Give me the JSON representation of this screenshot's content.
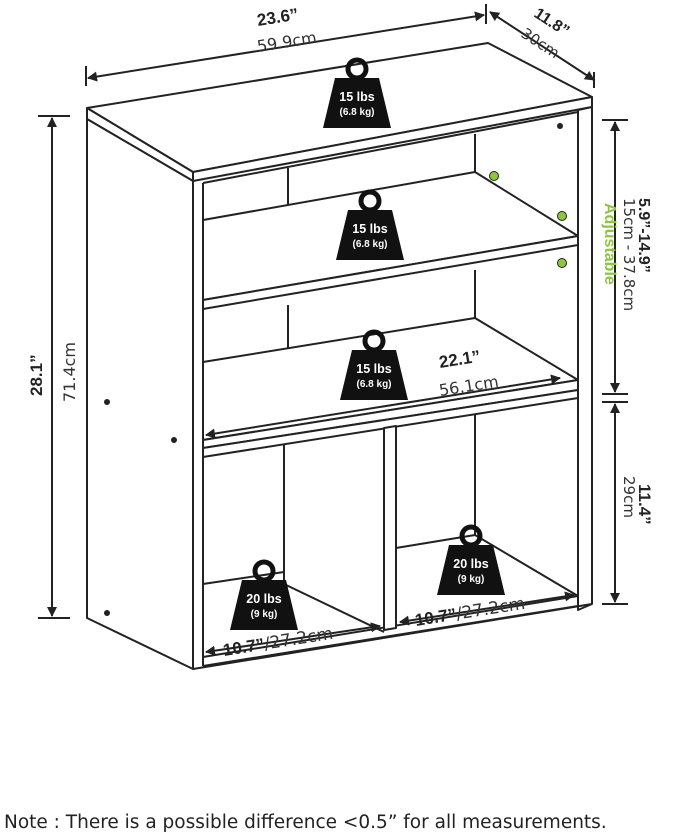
{
  "dimensions": {
    "width": {
      "imperial": "23.6”",
      "metric": "59.9cm"
    },
    "depth": {
      "imperial": "11.8”",
      "metric": "30cm"
    },
    "height": {
      "imperial": "28.1”",
      "metric": "71.4cm"
    },
    "adjustable": {
      "label": "Adjustable",
      "imperial": "5.9”-14.9”",
      "metric": "15cm - 37.8cm"
    },
    "lower_height": {
      "imperial": "11.4”",
      "metric": "29cm"
    },
    "shelf_width": {
      "imperial": "22.1”",
      "metric": "56.1cm"
    },
    "cube_left": {
      "imperial": "10.7”",
      "metric": "/27.2cm"
    },
    "cube_right": {
      "imperial": "10.7”",
      "metric": "/27.2cm"
    }
  },
  "weights": {
    "top": {
      "lbs": "15 lbs",
      "kg": "(6.8 kg)"
    },
    "shelf_upper": {
      "lbs": "15 lbs",
      "kg": "(6.8 kg)"
    },
    "shelf_middle": {
      "lbs": "15 lbs",
      "kg": "(6.8 kg)"
    },
    "cube_left": {
      "lbs": "20 lbs",
      "kg": "(9 kg)"
    },
    "cube_right": {
      "lbs": "20 lbs",
      "kg": "(9 kg)"
    }
  },
  "colors": {
    "outline": "#222222",
    "accent_green": "#8cc63f",
    "weight_fill": "#111111"
  },
  "footnote": "Note : There is a possible difference <0.5” for all measurements."
}
